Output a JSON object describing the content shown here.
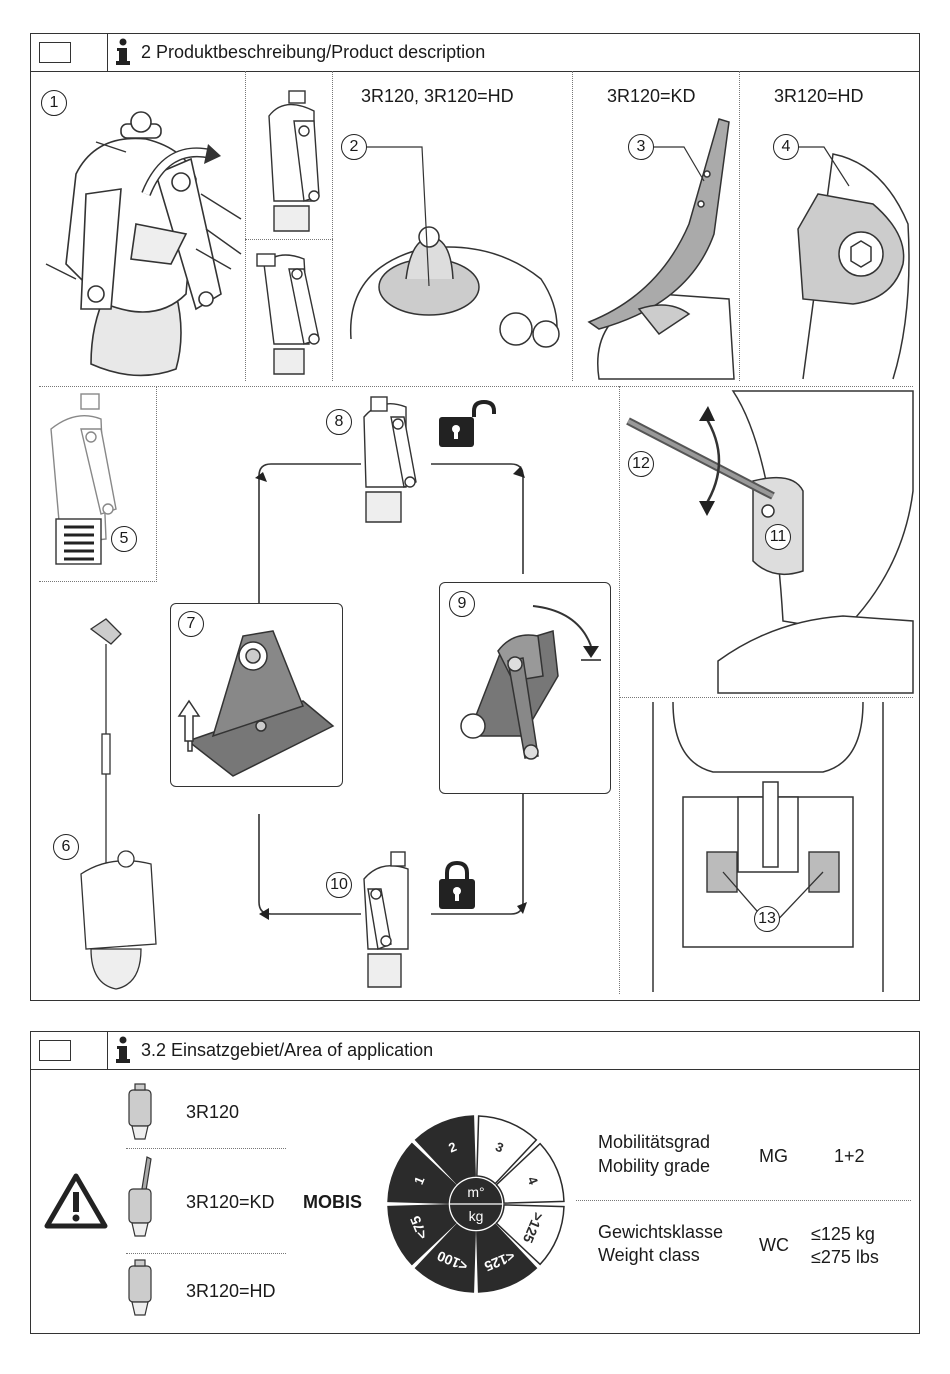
{
  "section1": {
    "title": "2 Produktbeschreibung/Product description",
    "variant_labels": [
      "3R120, 3R120=HD",
      "3R120=KD",
      "3R120=HD"
    ],
    "callouts": [
      "1",
      "2",
      "3",
      "4",
      "5",
      "6",
      "7",
      "8",
      "9",
      "10",
      "11",
      "12",
      "13"
    ]
  },
  "section2": {
    "title": "3.2 Einsatzgebiet/Area of application",
    "models": [
      "3R120",
      "3R120=KD",
      "3R120=HD"
    ],
    "mobis": "MOBIS",
    "wheel": {
      "grades": [
        "1",
        "2",
        "3",
        "4"
      ],
      "weights": [
        "<75",
        "<100",
        "<125",
        ">125"
      ],
      "center_top": "m°",
      "center_bottom": "kg"
    },
    "mobility_de": "Mobilitätsgrad",
    "mobility_en": "Mobility grade",
    "mobility_abbr": "MG",
    "mobility_value": "1+2",
    "weight_de": "Gewichtsklasse",
    "weight_en": "Weight class",
    "weight_abbr": "WC",
    "weight_kg": "≤125 kg",
    "weight_lbs": "≤275 lbs"
  },
  "colors": {
    "dark": "#2b2b2b",
    "gray": "#9a9a9a",
    "light": "#e6e6e6"
  }
}
